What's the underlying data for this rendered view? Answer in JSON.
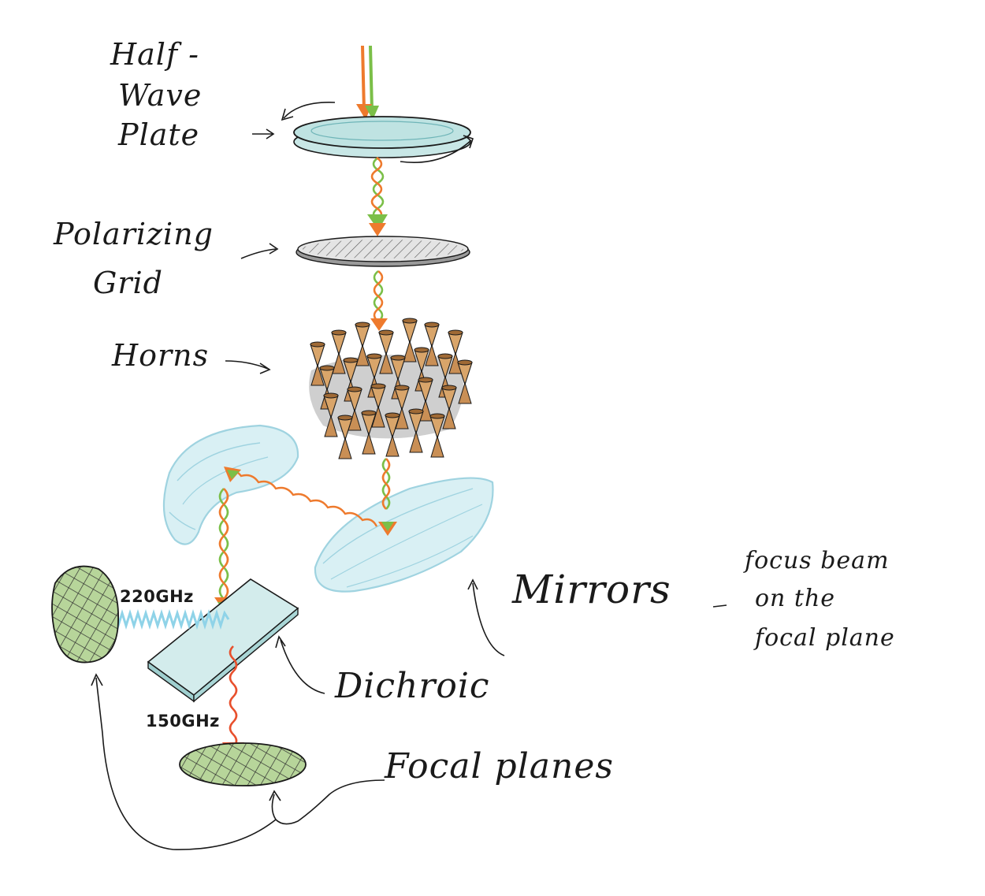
{
  "labels": {
    "hwp_line1": "Half -",
    "hwp_line2": "Wave",
    "hwp_line3": "Plate",
    "grid_line1": "Polarizing",
    "grid_line2": "Grid",
    "horns": "Horns",
    "mirrors": "Mirrors",
    "mirrors_dash": "-",
    "mirrors_note_line1": "focus beam",
    "mirrors_note_line2": "on the",
    "mirrors_note_line3": "focal plane",
    "dichroic": "Dichroic",
    "focal_planes": "Focal planes",
    "freq_high": "220GHz",
    "freq_low": "150GHz"
  },
  "colors": {
    "orange": "#ee7a2d",
    "green": "#7bbf48",
    "red": "#e8502d",
    "blue_wave": "#8fd3e8",
    "mirror_blue": "#b9e3ec",
    "plate_teal": "#bfe3e2",
    "focal_green": "#b7d59a",
    "horn_tan": "#d9a56a",
    "ink": "#1a1a1a"
  }
}
